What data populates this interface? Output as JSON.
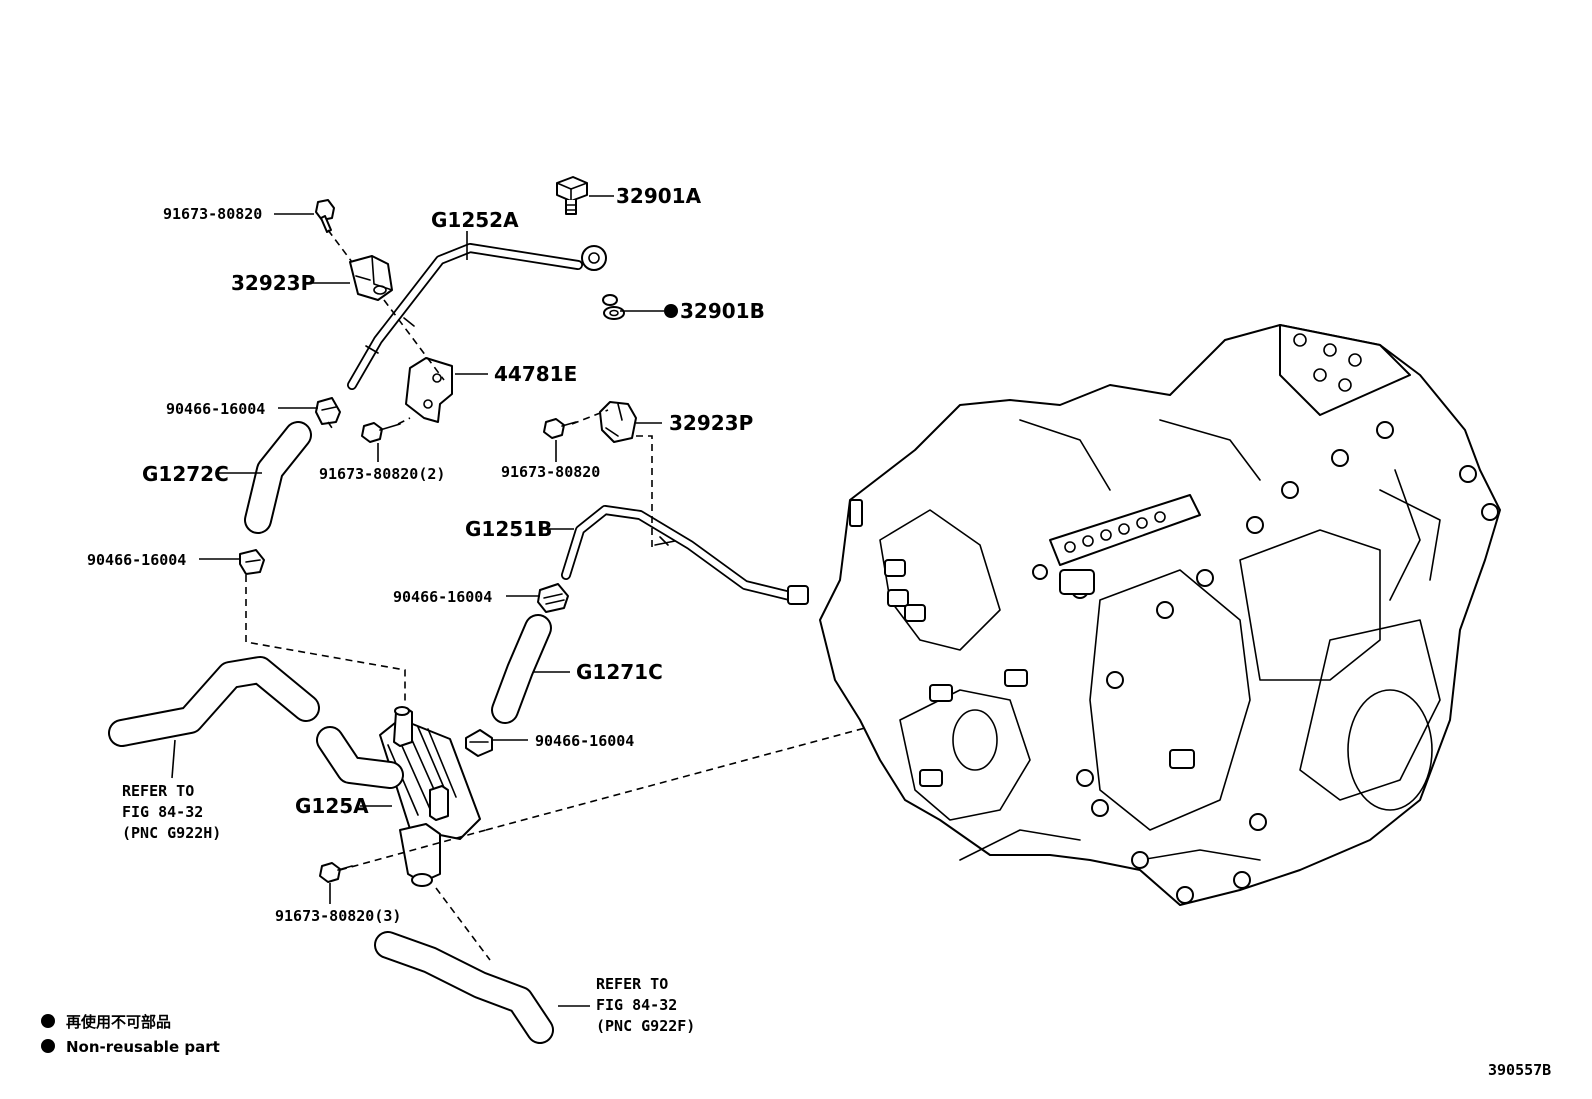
{
  "labels": {
    "bolt_top": "91673-80820",
    "g1252a": "G1252A",
    "b32901a": "32901A",
    "c32923p_top": "32923P",
    "w32901b": "32901B",
    "br44781e": "44781E",
    "clamp_left_1": "90466-16004",
    "bolt_2": "91673-80820(2)",
    "bolt_mid": "91673-80820",
    "c32923p_mid": "32923P",
    "g1272c": "G1272C",
    "g1251b": "G1251B",
    "clamp_left_2": "90466-16004",
    "clamp_mid": "90466-16004",
    "g1271c": "G1271C",
    "clamp_right": "90466-16004",
    "g125a": "G125A",
    "bolt_3": "91673-80820(3)"
  },
  "refer_left": [
    "REFER TO",
    "FIG 84-32",
    "(PNC G922H)"
  ],
  "refer_bottom": [
    "REFER TO",
    "FIG 84-32",
    "(PNC G922F)"
  ],
  "legend": [
    "再使用不可部品",
    "Non-reusable part"
  ],
  "figure_id": "390557B"
}
